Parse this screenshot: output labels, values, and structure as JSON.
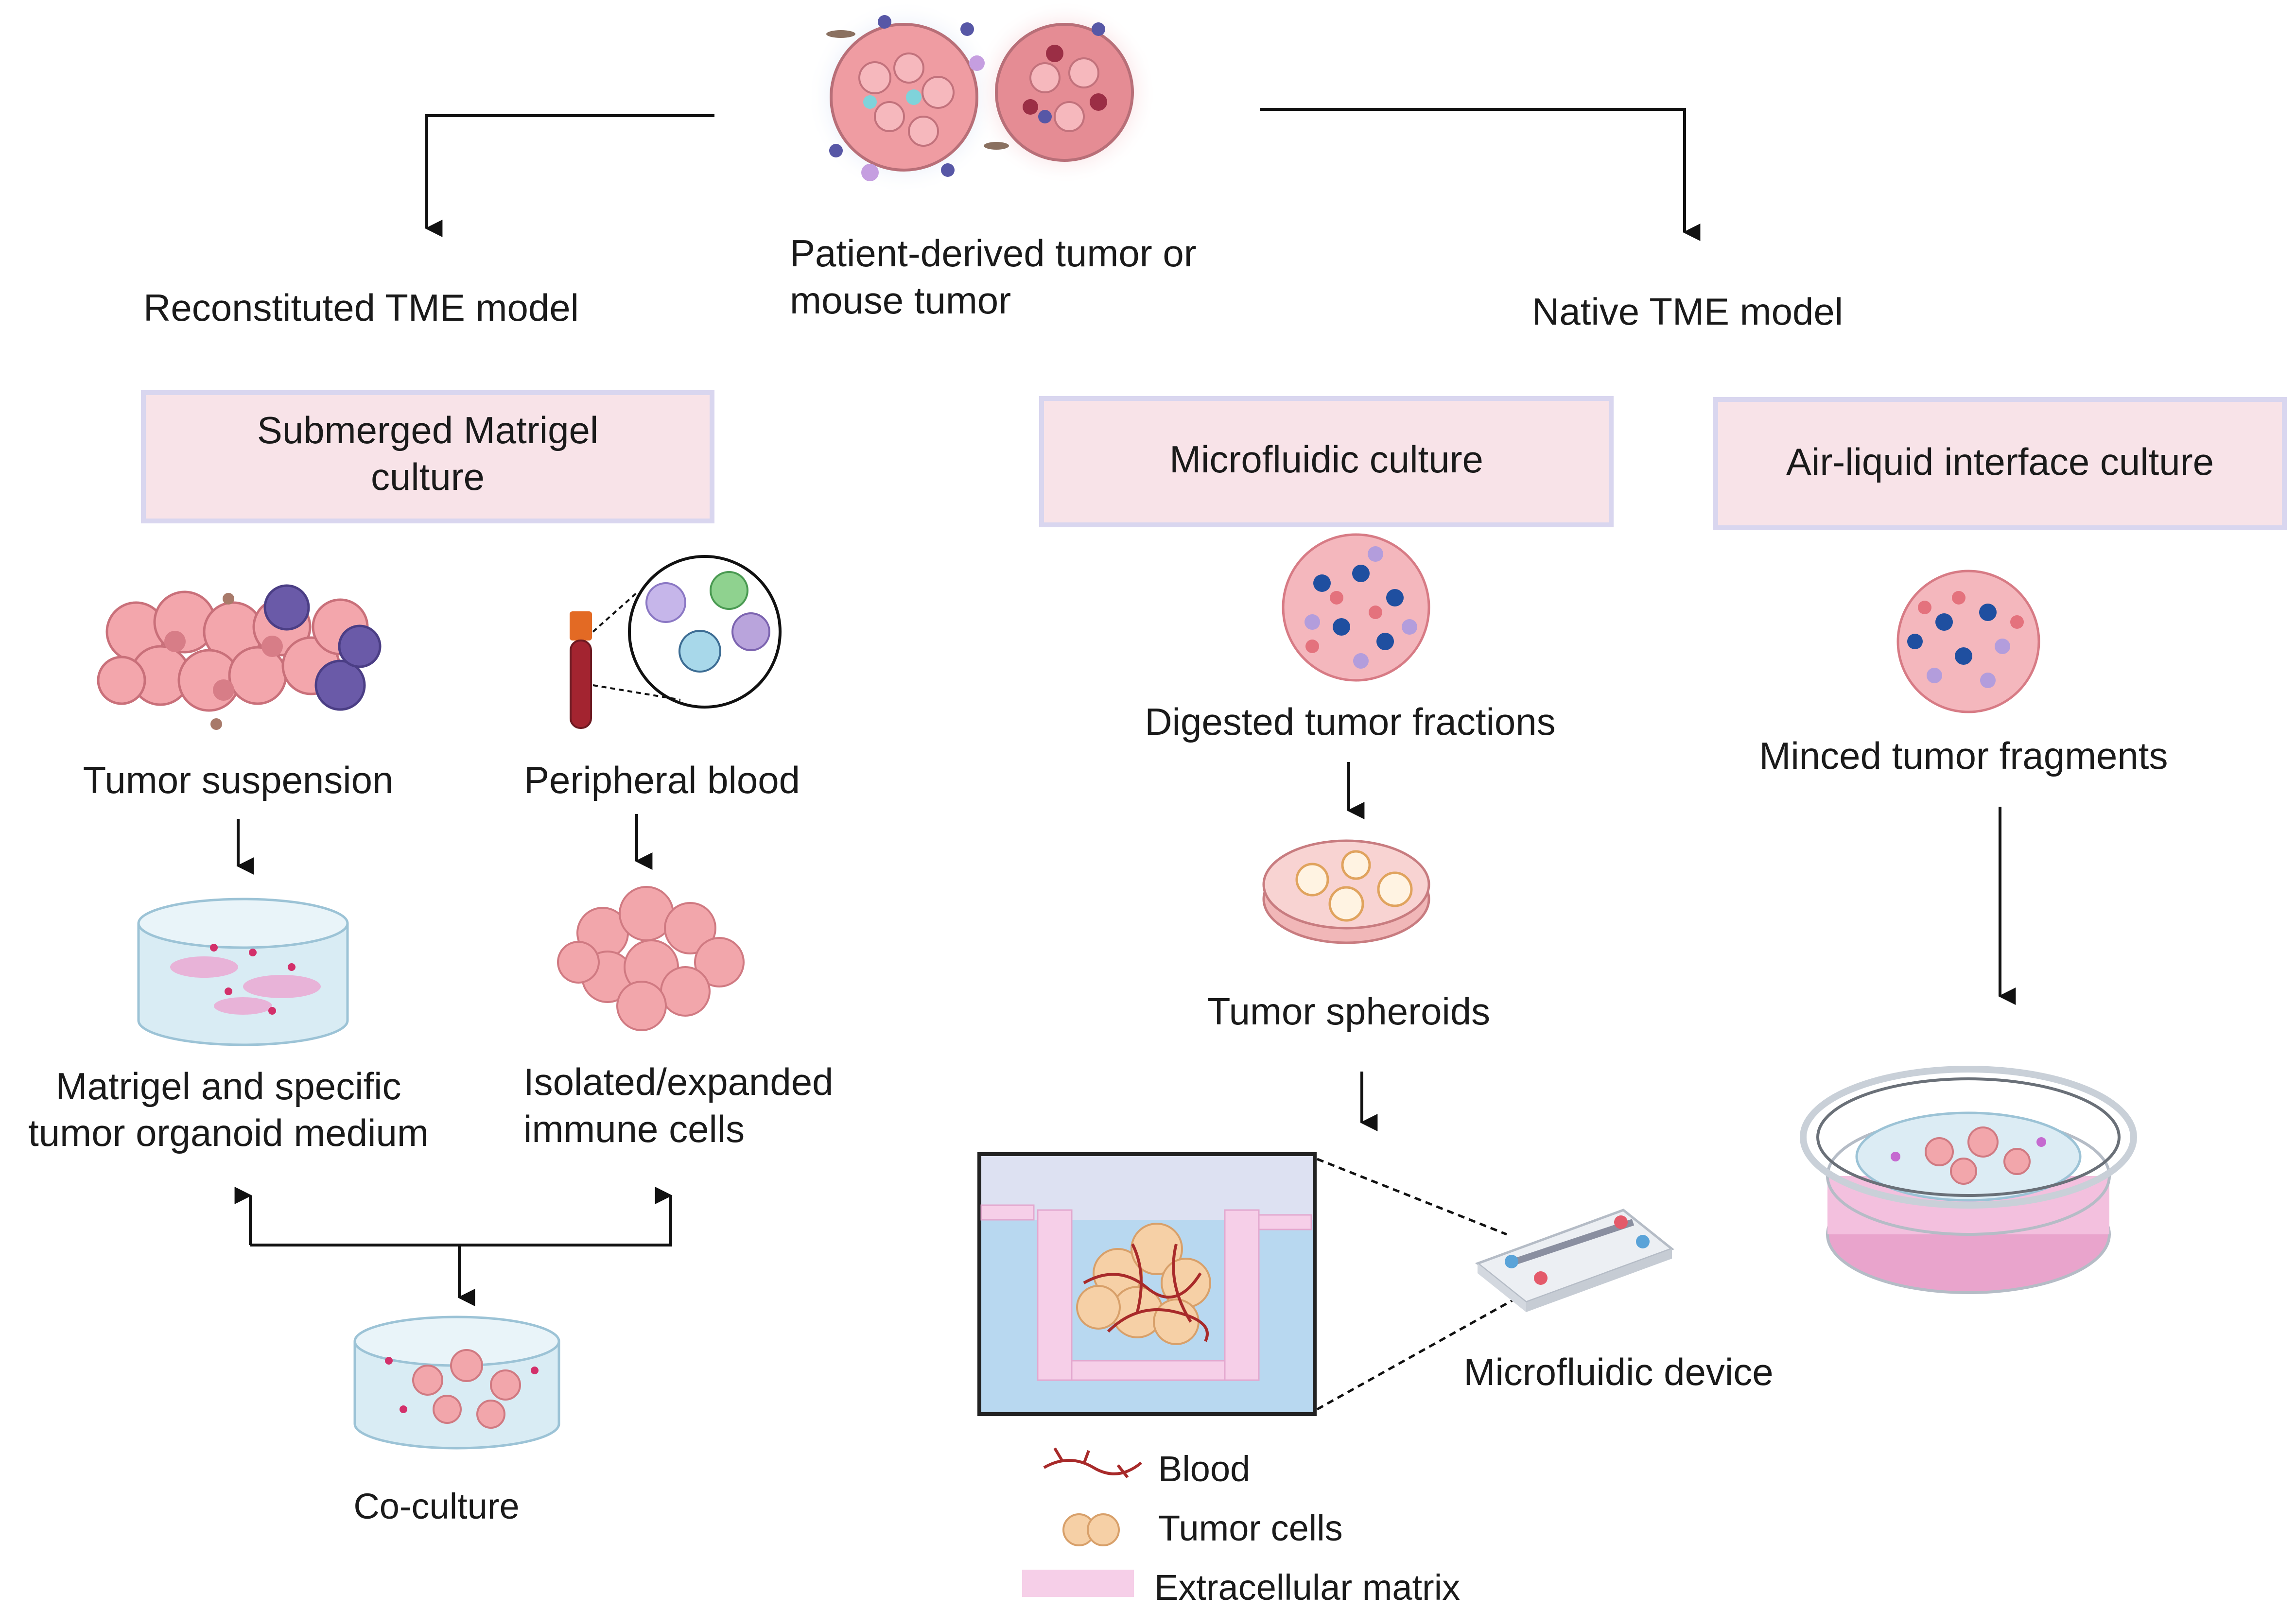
{
  "source": {
    "label_line1": "Patient-derived tumor or",
    "label_line2": "mouse tumor"
  },
  "branches": {
    "left_title": "Reconstituted TME model",
    "right_title": "Native TME model"
  },
  "boxes": {
    "submerged_line1": "Submerged Matrigel",
    "submerged_line2": "culture",
    "microfluidic": "Microfluidic culture",
    "air_liquid": "Air-liquid interface culture"
  },
  "labels": {
    "tumor_suspension": "Tumor suspension",
    "peripheral_blood": "Peripheral blood",
    "matrigel_line1": "Matrigel and  specific",
    "matrigel_line2": "tumor organoid medium",
    "immune_line1": "Isolated/expanded",
    "immune_line2": "immune cells",
    "co_culture": "Co-culture",
    "digested_fractions": "Digested tumor fractions",
    "tumor_spheroids": "Tumor spheroids",
    "microfluidic_device": "Microfluidic device",
    "minced_fragments": "Minced tumor fragments"
  },
  "legend": {
    "blood": "Blood",
    "tumor_cells": "Tumor cells",
    "extracellular_matrix": "Extracellular matrix"
  },
  "colors": {
    "box_fill": "#f8e3e8",
    "box_border": "#d9d6ef",
    "tumor_pink": "#ec8f97",
    "immune_purple": "#6b5fb5",
    "chip_blue": "#b8d8f0",
    "ecm_pink": "#f6cfe8",
    "blood_red": "#a82a2a",
    "dish_pink": "#e9a4cc"
  }
}
